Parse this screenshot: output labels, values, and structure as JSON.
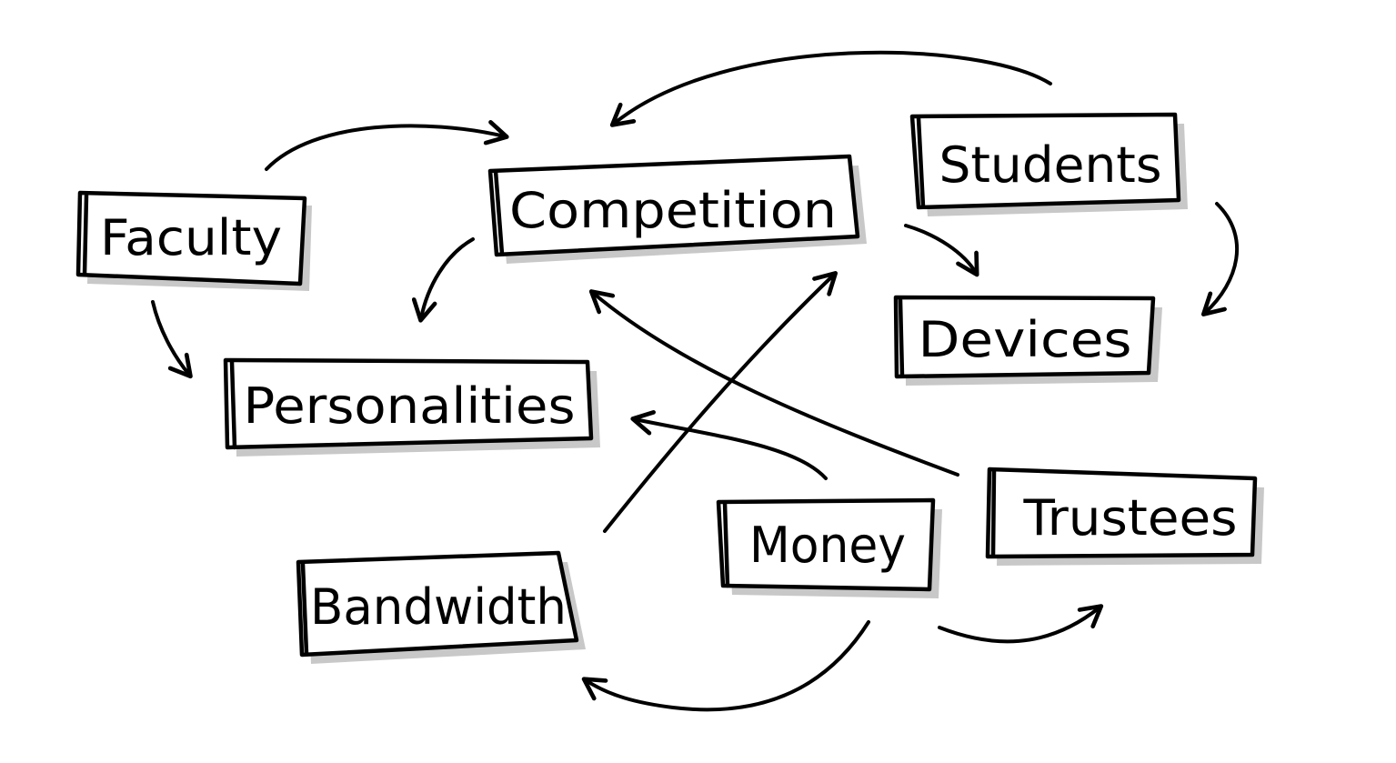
{
  "diagram": {
    "nodes": {
      "faculty": "Faculty",
      "competition": "Competition",
      "students": "Students",
      "devices": "Devices",
      "personalities": "Personalities",
      "money": "Money",
      "trustees": "Trustees",
      "bandwidth": "Bandwidth"
    },
    "edges": [
      {
        "from": "Faculty",
        "to": "Competition"
      },
      {
        "from": "Faculty",
        "to": "Personalities"
      },
      {
        "from": "Students",
        "to": "Competition"
      },
      {
        "from": "Students",
        "to": "Devices"
      },
      {
        "from": "Competition",
        "to": "Personalities"
      },
      {
        "from": "Competition",
        "to": "Devices"
      },
      {
        "from": "Bandwidth",
        "to": "Competition"
      },
      {
        "from": "Trustees",
        "to": "Competition"
      },
      {
        "from": "Money",
        "to": "Personalities"
      },
      {
        "from": "Money",
        "to": "Bandwidth"
      },
      {
        "from": "Money",
        "to": "Trustees"
      }
    ]
  }
}
